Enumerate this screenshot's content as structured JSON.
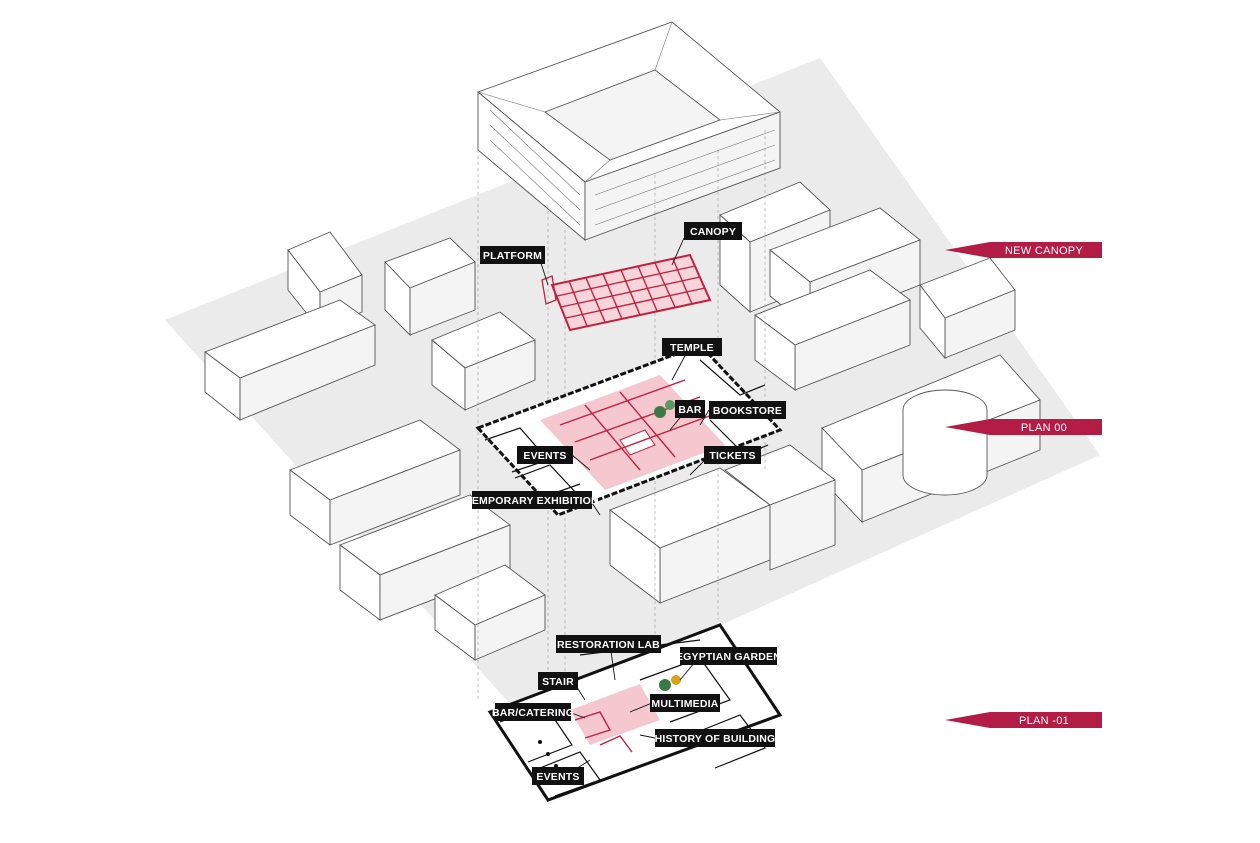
{
  "colors": {
    "accent": "#b31d45",
    "label_bg": "#111111",
    "ground": "#ebebeb",
    "highlight": "#f2b6c0"
  },
  "labels": {
    "platform": "PLATFORM",
    "canopy": "CANOPY",
    "temple": "TEMPLE",
    "bar": "BAR",
    "bookstore": "BOOKSTORE",
    "events_upper": "EVENTS",
    "tickets": "TICKETS",
    "temporary_exhibition": "TEMPORARY EXHIBITION",
    "restoration_lab": "RESTORATION LAB",
    "egyptian_garden": "EGYPTIAN GARDEN",
    "stair": "STAIR",
    "bar_catering": "BAR/CATERING",
    "multimedia": "MULTIMEDIA",
    "history_of_building": "HISTORY OF BUILDING",
    "events_lower": "EVENTS"
  },
  "side_tags": {
    "new_canopy": "NEW CANOPY",
    "plan_00": "PLAN 00",
    "plan_minus_01": "PLAN -01"
  }
}
